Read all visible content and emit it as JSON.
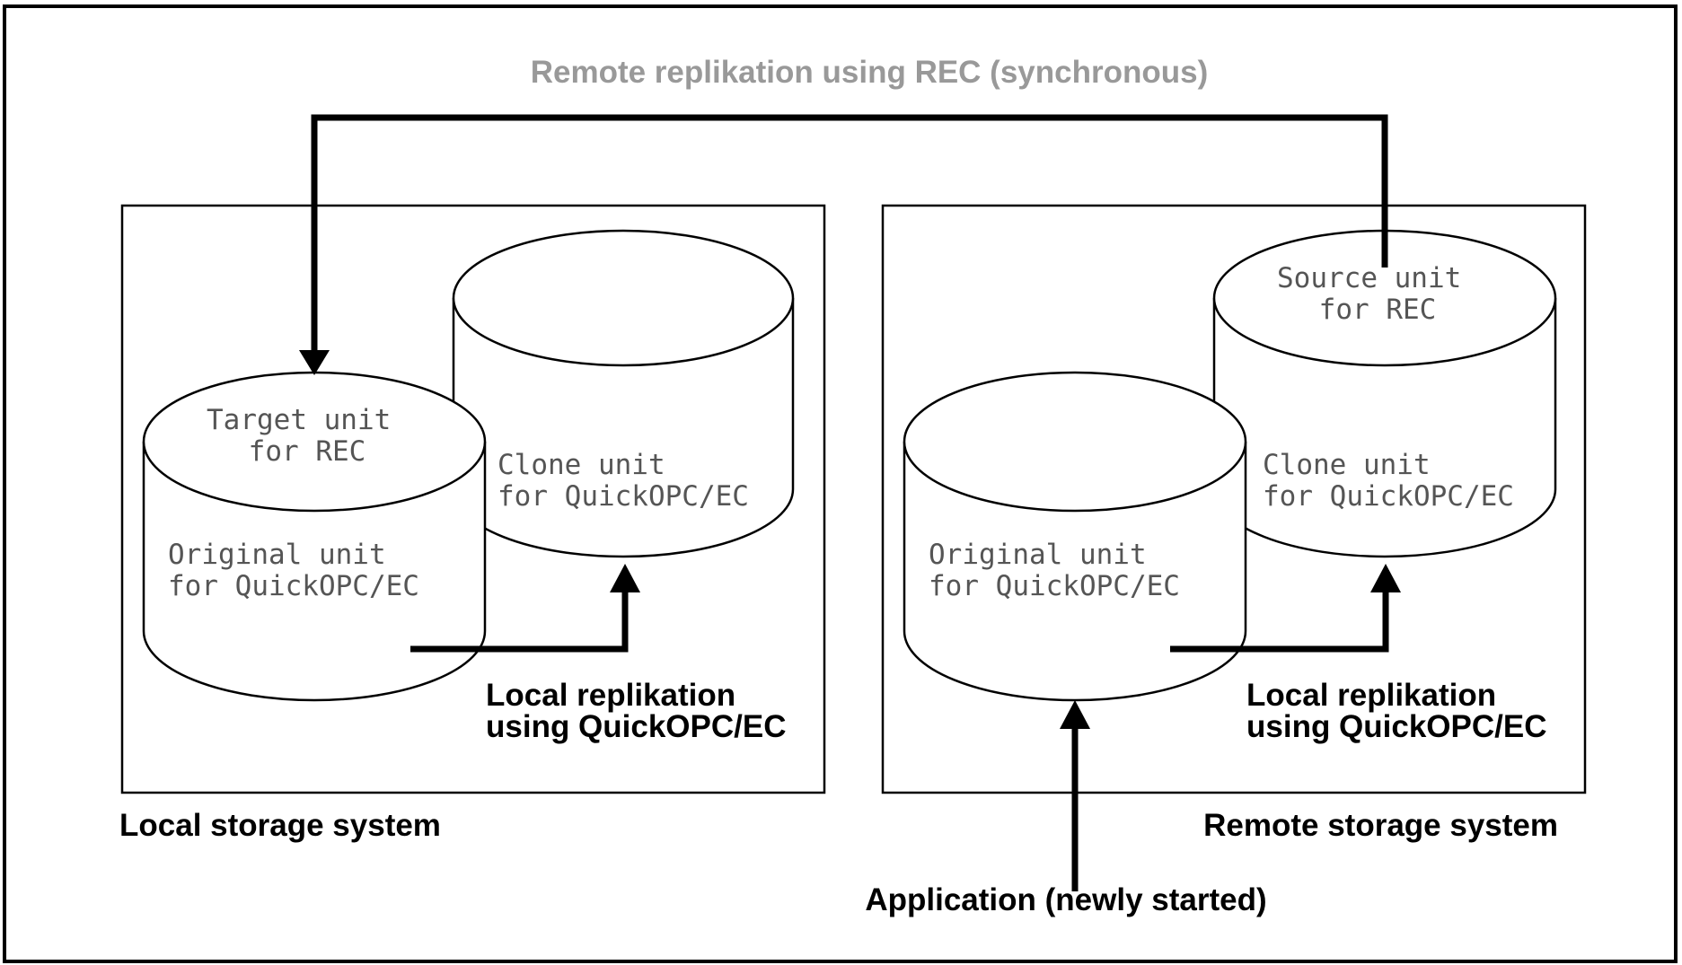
{
  "colors": {
    "line": "#000000",
    "title": "#999999",
    "unit_text": "#555555"
  },
  "diagram": {
    "title": "Remote replikation using REC (synchronous)",
    "local_system": {
      "label": "Local storage system",
      "target_unit": [
        "Target unit",
        "for REC"
      ],
      "original_unit": [
        "Original unit",
        "for QuickOPC/EC"
      ],
      "clone_unit": [
        "Clone unit",
        "for QuickOPC/EC"
      ],
      "replication_label": [
        "Local replikation",
        "using QuickOPC/EC"
      ]
    },
    "remote_system": {
      "label": "Remote storage system",
      "source_unit": [
        "Source unit",
        "for REC"
      ],
      "original_unit": [
        "Original unit",
        "for QuickOPC/EC"
      ],
      "clone_unit": [
        "Clone unit",
        "for QuickOPC/EC"
      ],
      "replication_label": [
        "Local replikation",
        "using QuickOPC/EC"
      ]
    },
    "application_label": "Application (newly started)"
  }
}
